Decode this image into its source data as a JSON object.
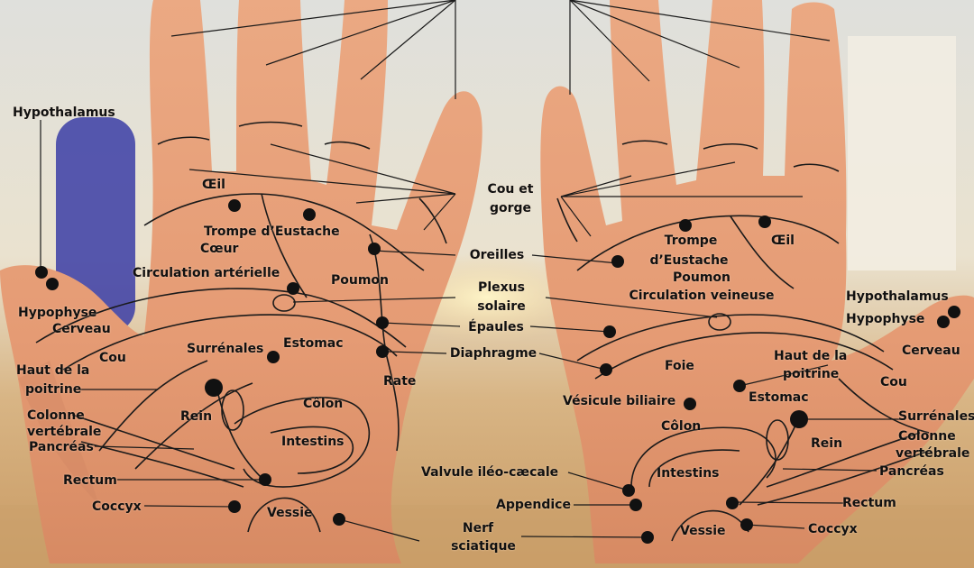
{
  "colors": {
    "skin": "#e8a07c",
    "skin_shadow": "#c8784f",
    "line": "#1a1a1a",
    "dot": "#111111",
    "bg_warm": "#d9b07a",
    "bg_blue": "#3a3ca8",
    "bg_light": "#eee6d6"
  },
  "labels": {
    "hypothalamus_left": "Hypothalamus",
    "hypophyse_left": "Hypophyse",
    "cerveau_left": "Cerveau",
    "oeil_left": "Œil",
    "trompe_left": "Trompe d’Eustache",
    "coeur": "Cœur",
    "circulation_arterielle": "Circulation artérielle",
    "poumon_left": "Poumon",
    "cou_left": "Cou",
    "haut_poitrine_left_1": "Haut de la",
    "haut_poitrine_left_2": "poitrine",
    "surrenales_left": "Surrénales",
    "estomac_left": "Estomac",
    "rate": "Rate",
    "colonne_left_1": "Colonne",
    "colonne_left_2": "vertébrale",
    "pancreas_left": "Pancréas",
    "rein_left": "Rein",
    "colon_left": "Côlon",
    "intestins_left": "Intestins",
    "rectum_left": "Rectum",
    "coccyx_left": "Coccyx",
    "vessie_left": "Vessie",
    "cou_gorge_1": "Cou et",
    "cou_gorge_2": "gorge",
    "oreilles": "Oreilles",
    "plexus_1": "Plexus",
    "plexus_2": "solaire",
    "epaules": "Épaules",
    "diaphragme": "Diaphragme",
    "nerf_1": "Nerf",
    "nerf_2": "sciatique",
    "valvule": "Valvule iléo-cæcale",
    "appendice": "Appendice",
    "trompe_right_1": "Trompe",
    "trompe_right_2": "d’Eustache",
    "oeil_right": "Œil",
    "poumon_right": "Poumon",
    "circulation_veineuse": "Circulation veineuse",
    "hypothalamus_right": "Hypothalamus",
    "hypophyse_right": "Hypophyse",
    "cerveau_right": "Cerveau",
    "foie": "Foie",
    "haut_poitrine_right_1": "Haut de la",
    "haut_poitrine_right_2": "poitrine",
    "cou_right": "Cou",
    "vesicule": "Vésicule biliaire",
    "estomac_right": "Estomac",
    "surrenales_right": "Surrénales",
    "colon_right": "Côlon",
    "rein_right": "Rein",
    "colonne_right_1": "Colonne",
    "colonne_right_2": "vertébrale",
    "intestins_right": "Intestins",
    "pancreas_right": "Pancréas",
    "rectum_right": "Rectum",
    "coccyx_right": "Coccyx",
    "vessie_right": "Vessie"
  }
}
